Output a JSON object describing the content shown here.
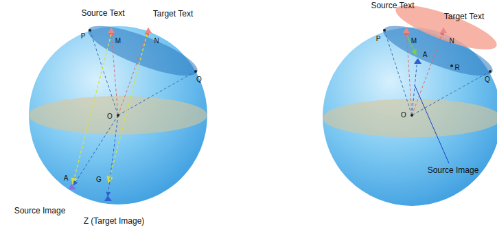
{
  "diagram": {
    "labels": [
      "Source Text",
      "Target Text",
      "P",
      "M",
      "N",
      "Q",
      "O",
      "A",
      "G",
      "Source Image",
      "Z (Target Image)",
      "Source Text",
      "Target Text",
      "P",
      "M",
      "A",
      "R",
      "N",
      "Q",
      "O",
      "Source Image"
    ]
  }
}
